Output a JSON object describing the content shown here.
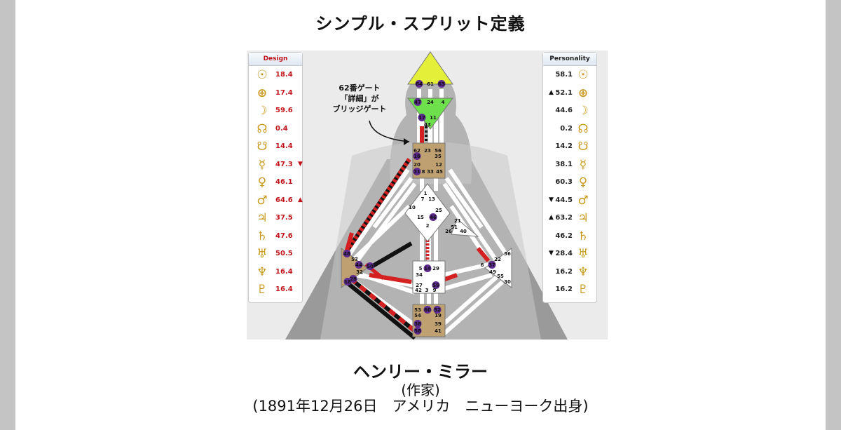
{
  "page_title": "シンプル・スプリット定義",
  "design_panel": {
    "header": "Design",
    "rows": [
      {
        "icon": "sun-icon",
        "glyph": "☉",
        "value": "18.4",
        "mark": ""
      },
      {
        "icon": "earth-icon",
        "glyph": "⊕",
        "value": "17.4",
        "mark": ""
      },
      {
        "icon": "moon-icon",
        "glyph": "☽",
        "value": "59.6",
        "mark": ""
      },
      {
        "icon": "north-node-icon",
        "glyph": "☊",
        "value": "0.4",
        "mark": ""
      },
      {
        "icon": "south-node-icon",
        "glyph": "☋",
        "value": "14.4",
        "mark": ""
      },
      {
        "icon": "mercury-icon",
        "glyph": "☿",
        "value": "47.3",
        "mark": "▼"
      },
      {
        "icon": "venus-icon",
        "glyph": "♀",
        "value": "46.1",
        "mark": ""
      },
      {
        "icon": "mars-icon",
        "glyph": "♂",
        "value": "64.6",
        "mark": "▲"
      },
      {
        "icon": "jupiter-icon",
        "glyph": "♃",
        "value": "37.5",
        "mark": ""
      },
      {
        "icon": "saturn-icon",
        "glyph": "♄",
        "value": "47.6",
        "mark": ""
      },
      {
        "icon": "uranus-icon",
        "glyph": "♅",
        "value": "50.5",
        "mark": ""
      },
      {
        "icon": "neptune-icon",
        "glyph": "♆",
        "value": "16.4",
        "mark": ""
      },
      {
        "icon": "pluto-icon",
        "glyph": "♇",
        "value": "16.4",
        "mark": ""
      }
    ]
  },
  "personality_panel": {
    "header": "Personality",
    "rows": [
      {
        "icon": "sun-icon",
        "glyph": "☉",
        "value": "58.1",
        "mark": ""
      },
      {
        "icon": "earth-icon",
        "glyph": "⊕",
        "value": "52.1",
        "mark": "▲"
      },
      {
        "icon": "moon-icon",
        "glyph": "☽",
        "value": "44.6",
        "mark": ""
      },
      {
        "icon": "north-node-icon",
        "glyph": "☊",
        "value": "0.2",
        "mark": ""
      },
      {
        "icon": "south-node-icon",
        "glyph": "☋",
        "value": "14.2",
        "mark": ""
      },
      {
        "icon": "mercury-icon",
        "glyph": "☿",
        "value": "38.1",
        "mark": ""
      },
      {
        "icon": "venus-icon",
        "glyph": "♀",
        "value": "60.3",
        "mark": ""
      },
      {
        "icon": "mars-icon",
        "glyph": "♂",
        "value": "44.5",
        "mark": "▼"
      },
      {
        "icon": "jupiter-icon",
        "glyph": "♃",
        "value": "63.2",
        "mark": "▲"
      },
      {
        "icon": "saturn-icon",
        "glyph": "♄",
        "value": "46.2",
        "mark": ""
      },
      {
        "icon": "uranus-icon",
        "glyph": "♅",
        "value": "28.4",
        "mark": "▼"
      },
      {
        "icon": "neptune-icon",
        "glyph": "♆",
        "value": "16.2",
        "mark": ""
      },
      {
        "icon": "pluto-icon",
        "glyph": "♇",
        "value": "16.2",
        "mark": ""
      }
    ]
  },
  "callout": {
    "line1": "62番ゲート",
    "line2": "「詳細」が",
    "line3": "ブリッジゲート"
  },
  "gates": {
    "head": [
      "64",
      "61",
      "63"
    ],
    "ajna": [
      "47",
      "24",
      "4",
      "17",
      "11",
      "43"
    ],
    "throat": [
      "62",
      "23",
      "56",
      "16",
      "35",
      "20",
      "12",
      "31",
      "8",
      "33",
      "45"
    ],
    "g_center": [
      "1",
      "7",
      "13",
      "10",
      "25",
      "15",
      "46",
      "2"
    ],
    "ego": [
      "21",
      "51",
      "26",
      "40"
    ],
    "spleen": [
      "48",
      "57",
      "44",
      "50",
      "32",
      "28",
      "18"
    ],
    "solar_plexus": [
      "36",
      "22",
      "6",
      "37",
      "49",
      "55",
      "30"
    ],
    "sacral": [
      "5",
      "14",
      "29",
      "34",
      "27",
      "59",
      "42",
      "3",
      "9"
    ],
    "root": [
      "53",
      "60",
      "52",
      "54",
      "19",
      "38",
      "39",
      "58",
      "41"
    ]
  },
  "colors": {
    "head": "#e4ef3a",
    "ajna": "#6ee04c",
    "defined_center": "#bfa071",
    "channel_red": "#d42020",
    "channel_black": "#111111",
    "design_text": "#c0141a",
    "glyph": "#c99a1e"
  },
  "person": {
    "name": "ヘンリー・ミラー",
    "occupation": "(作家)",
    "birth": "(1891年12月26日　アメリカ　ニューヨーク出身)"
  }
}
